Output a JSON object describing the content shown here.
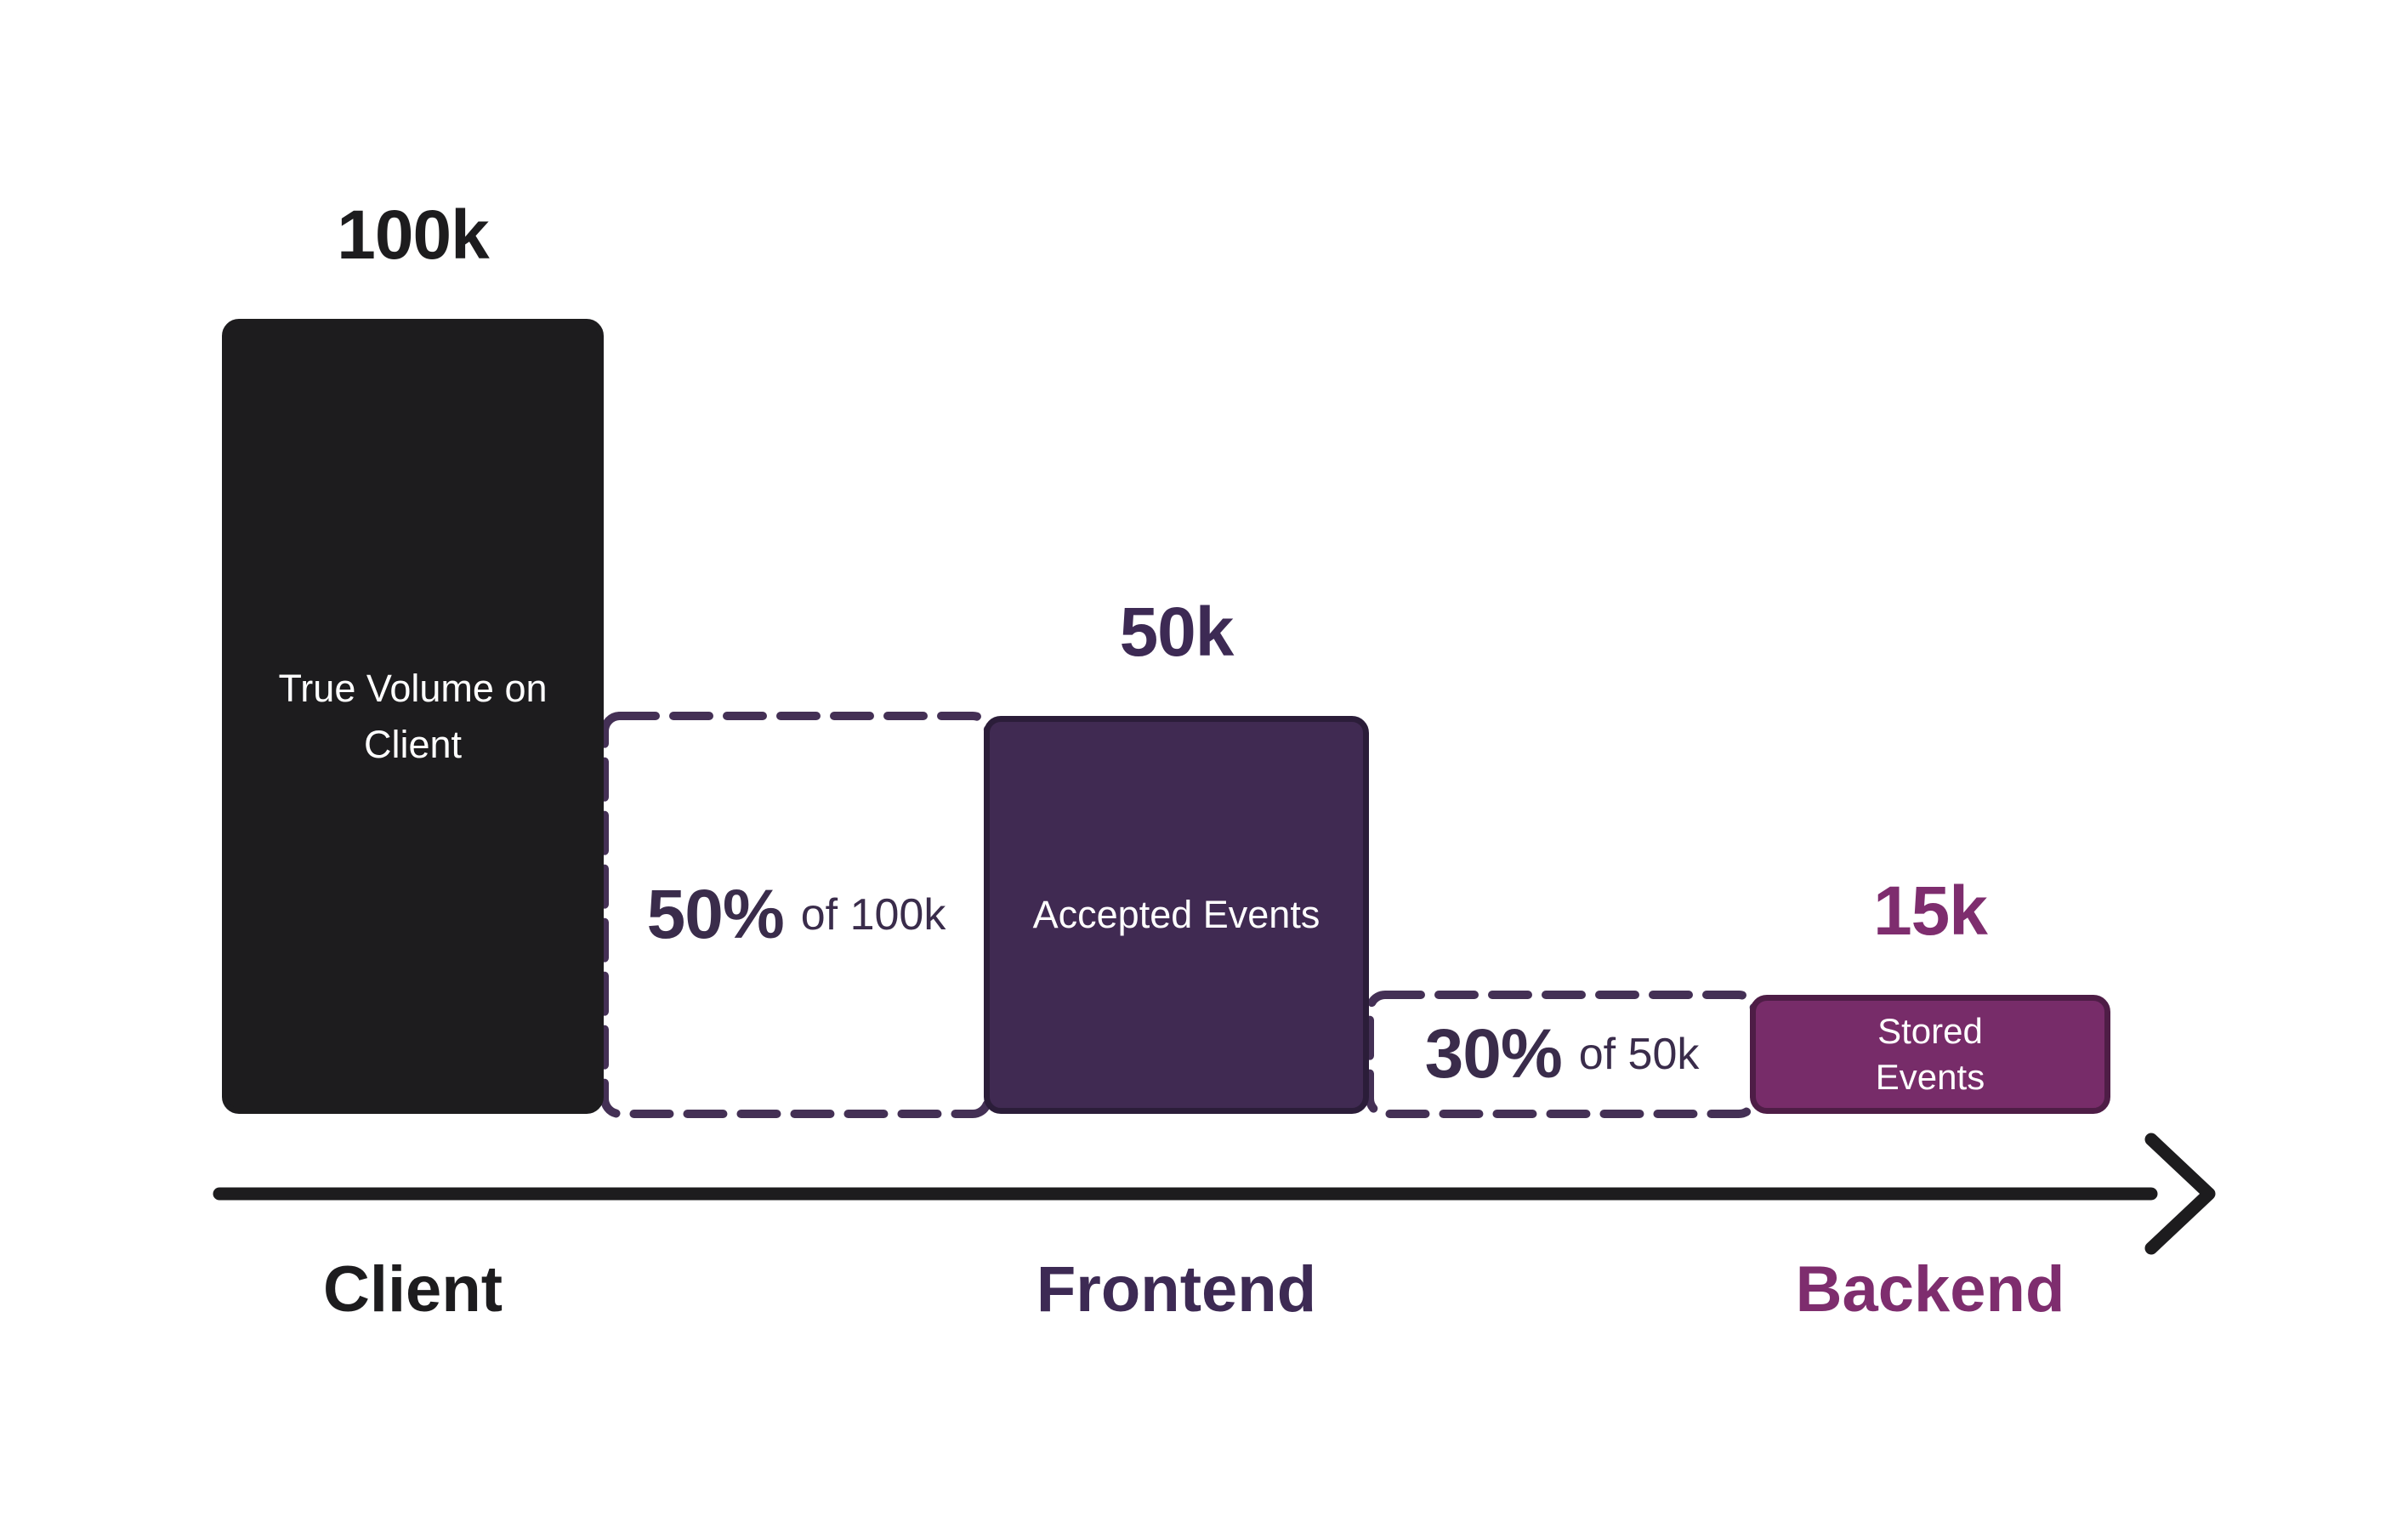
{
  "chart_data": {
    "type": "bar",
    "subtype": "funnel",
    "title": "",
    "xlabel": "",
    "ylabel": "",
    "ylim": [
      0,
      100000
    ],
    "grid": false,
    "legend": false,
    "categories": [
      "Client",
      "Frontend",
      "Backend"
    ],
    "values": [
      100000,
      50000,
      15000
    ],
    "stages": [
      {
        "key": "client",
        "category": "Client",
        "bar_label": "True Volume on Client",
        "value": 100000,
        "value_label": "100k",
        "color": "#1d1c1e",
        "border_color": "#1d1c1e",
        "text_color": "#ffffff",
        "value_label_color": "#1d1c1e",
        "axis_label_color": "#1d1c1e"
      },
      {
        "key": "frontend",
        "category": "Frontend",
        "bar_label": "Accepted Events",
        "value": 50000,
        "value_label": "50k",
        "color": "#402a52",
        "border_color": "#2b1d39",
        "text_color": "#ffffff",
        "value_label_color": "#3d2a54",
        "axis_label_color": "#3d2a54"
      },
      {
        "key": "backend",
        "category": "Backend",
        "bar_label": "Stored Events",
        "value": 15000,
        "value_label": "15k",
        "color": "#772c69",
        "border_color": "#4e1d46",
        "text_color": "#ffffff",
        "value_label_color": "#7e2d6e",
        "axis_label_color": "#7e2d6e"
      }
    ],
    "transitions": [
      {
        "key": "frontend",
        "from": "Client",
        "to": "Frontend",
        "retained_pct": 50,
        "pct": "50%",
        "of": "of 100k",
        "dash_color": "#443055",
        "text_color": "#3a2c4b"
      },
      {
        "key": "backend",
        "from": "Frontend",
        "to": "Backend",
        "retained_pct": 30,
        "pct": "30%",
        "of": "of 50k",
        "dash_color": "#443055",
        "text_color": "#3a2c4b"
      }
    ],
    "arrow_color": "#1d1c1e"
  }
}
